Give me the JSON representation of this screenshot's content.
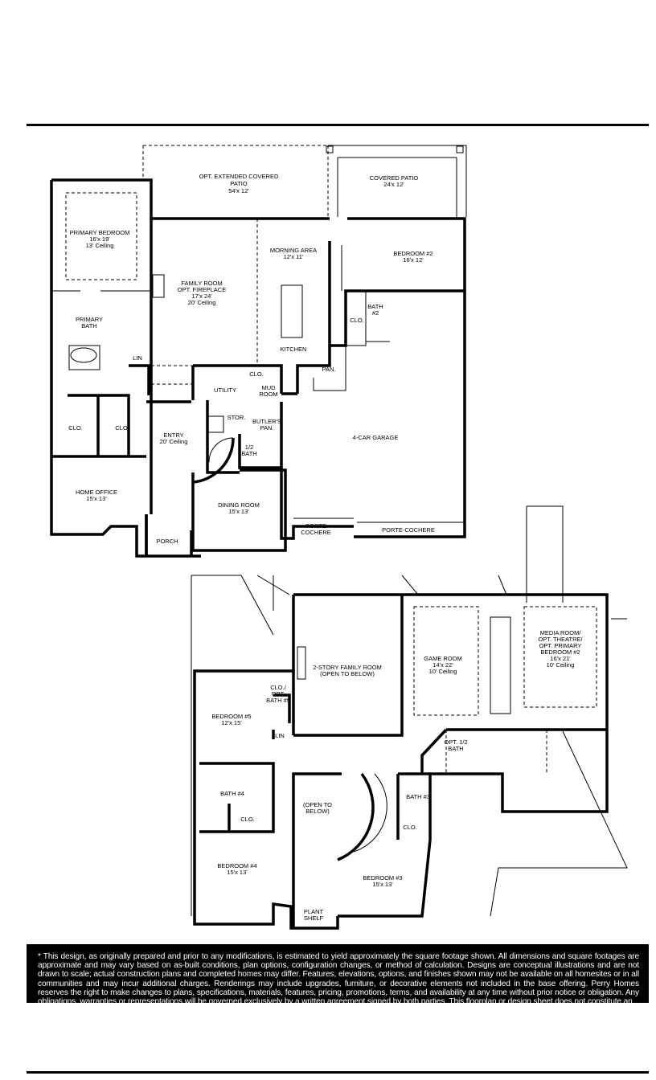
{
  "first_floor": {
    "rooms": {
      "opt_patio": {
        "name": "OPT. EXTENDED COVERED",
        "name2": "PATIO",
        "dims": "54'x 12'"
      },
      "covered_patio": {
        "name": "COVERED PATIO",
        "dims": "24'x 12'"
      },
      "primary_bedroom": {
        "name": "PRIMARY BEDROOM",
        "dims": "16'x 19'",
        "ceiling": "13' Ceiling"
      },
      "family_room": {
        "name": "FAMILY ROOM",
        "name2": "OPT. FIREPLACE",
        "dims": "17'x 24'",
        "ceiling": "20' Ceiling"
      },
      "morning_area": {
        "name": "MORNING AREA",
        "dims": "12'x 11'"
      },
      "bedroom2": {
        "name": "BEDROOM #2",
        "dims": "16'x 12'"
      },
      "primary_bath": {
        "name": "PRIMARY",
        "name2": "BATH"
      },
      "bath2": {
        "name": "BATH",
        "name2": "#2"
      },
      "clo_bath2": {
        "name": "CLO."
      },
      "kitchen": {
        "name": "KITCHEN"
      },
      "lin": {
        "name": "LIN"
      },
      "clo_mud": {
        "name": "CLO."
      },
      "pan": {
        "name": "PAN."
      },
      "utility": {
        "name": "UTILITY"
      },
      "mud_room": {
        "name": "MUD",
        "name2": "ROOM"
      },
      "clo1": {
        "name": "CLO."
      },
      "clo2": {
        "name": "CLO."
      },
      "entry": {
        "name": "ENTRY",
        "ceiling": "20' Ceiling"
      },
      "stor": {
        "name": "STOR."
      },
      "butlers": {
        "name": "BUTLER'S",
        "name2": "PAN."
      },
      "half_bath": {
        "name": "1/2",
        "name2": "BATH"
      },
      "garage": {
        "name": "4-CAR GARAGE"
      },
      "home_office": {
        "name": "HOME OFFICE",
        "dims": "15'x 13'"
      },
      "dining_room": {
        "name": "DINING ROOM",
        "dims": "15'x 13'"
      },
      "porte_cochere_small": {
        "name": "PORTE",
        "name2": "COCHERE"
      },
      "porte_cochere": {
        "name": "PORTE-COCHERE"
      },
      "porch": {
        "name": "PORCH"
      }
    }
  },
  "second_floor": {
    "rooms": {
      "family_room_2story": {
        "name": "2-STORY FAMILY ROOM",
        "name2": "(OPEN TO BELOW)"
      },
      "game_room": {
        "name": "GAME ROOM",
        "dims": "14'x 22'",
        "ceiling": "10' Ceiling"
      },
      "media_room": {
        "name": "MEDIA ROOM/",
        "name2": "OPT. THEATRE/",
        "name3": "OPT. PRIMARY",
        "name4": "BEDROOM #2",
        "dims": "16'x 21'",
        "ceiling": "10' Ceiling"
      },
      "clo_opt_bath5": {
        "name": "CLO./",
        "name2": "OPT.",
        "name3": "BATH #5"
      },
      "bedroom5": {
        "name": "BEDROOM #5",
        "dims": "12'x 15'"
      },
      "lin": {
        "name": "LIN"
      },
      "opt_half_bath": {
        "name": "OPT. 1/2",
        "name2": "BATH"
      },
      "bath4": {
        "name": "BATH #4"
      },
      "clo4": {
        "name": "CLO."
      },
      "open_below": {
        "name": "(OPEN TO",
        "name2": "BELOW)"
      },
      "bath3": {
        "name": "BATH #3"
      },
      "clo3": {
        "name": "CLO."
      },
      "bedroom4": {
        "name": "BEDROOM #4",
        "dims": "15'x 13'"
      },
      "bedroom3": {
        "name": "BEDROOM #3",
        "dims": "15'x 13'"
      },
      "plant_shelf": {
        "name": "PLANT",
        "name2": "SHELF"
      }
    }
  },
  "disclaimer": "* This design, as originally prepared and prior to any modifications, is estimated to yield approximately the square footage shown. All dimensions and square footages are approximate and may vary based on as-built conditions, plan options, configuration changes, or method of calculation. Designs are conceptual illustrations and are not drawn to scale; actual construction plans and completed homes may differ. Features, elevations, options, and finishes shown may not be available on all homesites or in all communities and may incur additional charges. Renderings may include upgrades, furniture, or decorative elements not included in the base offering. Perry Homes reserves the right to make changes to plans, specifications, materials, features, pricing, promotions, terms, and availability at any time without prior notice or obligation. Any obligations, warranties or representations will be governed exclusively by a written agreement signed by both parties. This floorplan or design sheet does not constitute an"
}
